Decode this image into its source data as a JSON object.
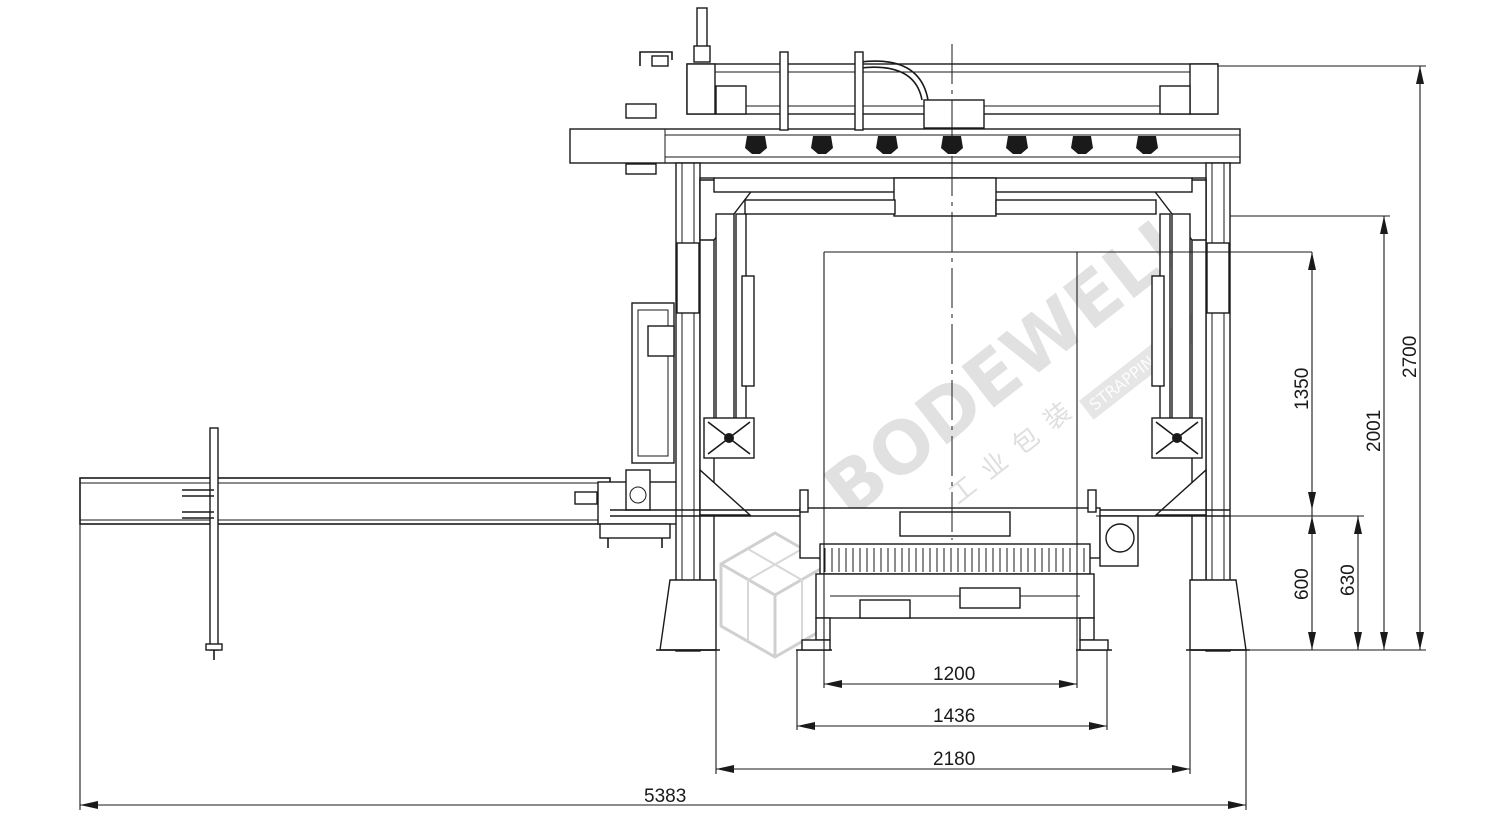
{
  "watermark": {
    "brand": "BODEWELL",
    "sub_cn": "工业包装",
    "sub_en": "STRAPPING"
  },
  "dimensions": {
    "overall_length": "5383",
    "frame_width": "2180",
    "base_width": "1436",
    "table_width": "1200",
    "total_height": "2700",
    "inner_height": "2001",
    "opening_height": "1350",
    "table_height_a": "600",
    "table_height_b": "630"
  },
  "colors": {
    "line": "#1a1a1a",
    "background": "#ffffff",
    "watermark": "#c9c9c9"
  }
}
